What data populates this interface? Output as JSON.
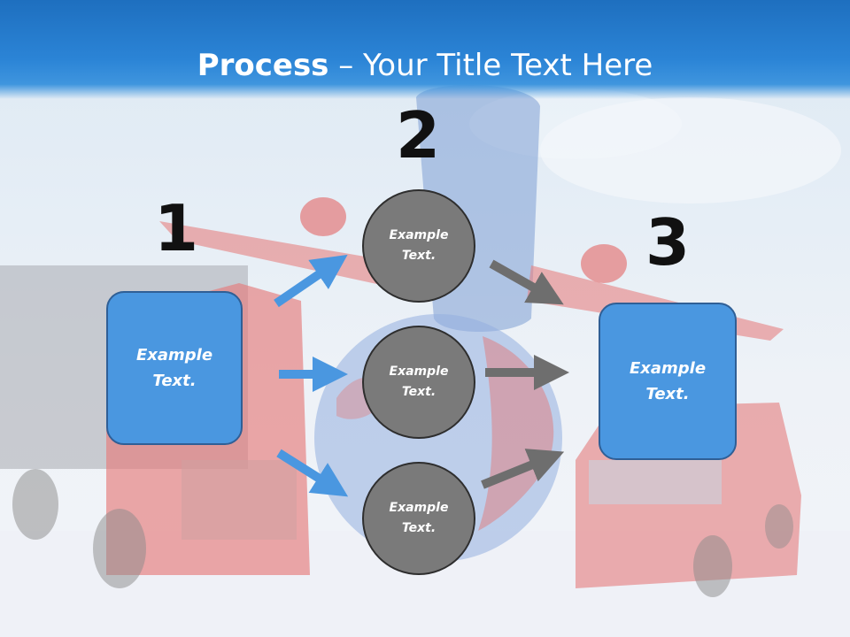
{
  "title": {
    "bold": "Process",
    "rest": " – Your Title Text Here"
  },
  "steps": {
    "one": {
      "number": "1",
      "text": "Example Text."
    },
    "two": {
      "number": "2",
      "circles": [
        "Example Text.",
        "Example Text.",
        "Example Text."
      ]
    },
    "three": {
      "number": "3",
      "text": "Example Text."
    }
  },
  "colors": {
    "title_bar": "#2b84d6",
    "box_fill": "#4a97e0",
    "circle_fill": "#7a7a7a",
    "blue_arrow": "#4a97e0",
    "gray_arrow": "#6e6e6e"
  }
}
